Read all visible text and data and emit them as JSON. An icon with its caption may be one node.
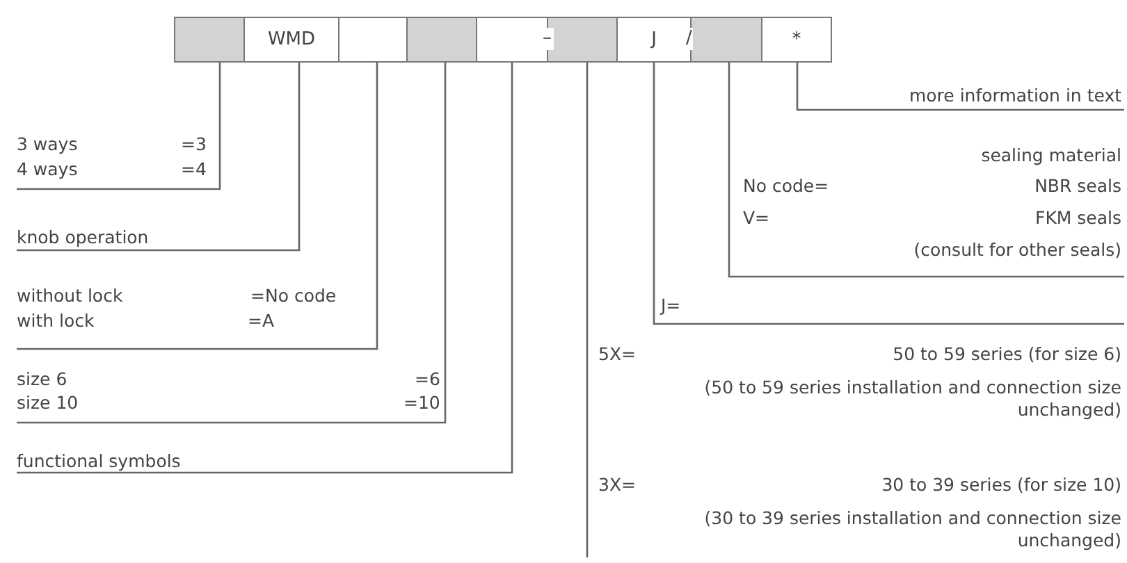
{
  "diagram": {
    "nodes": [
      {
        "text": [],
        "shape": "box"
      },
      {
        "text": [
          "WMD"
        ]
      },
      {
        "text": [],
        "shape": "box"
      },
      {
        "text": [],
        "shape": "box"
      },
      {
        "text": [],
        "shape": "box"
      },
      {
        "text": [],
        "shape": "box"
      },
      {
        "text": [
          "J"
        ]
      },
      {
        "text": [],
        "shape": "box"
      },
      {
        "text": [
          "*"
        ]
      },
      {
        "text": [
          "3 ways",
          "=3",
          "4 ways",
          "=4"
        ]
      },
      {
        "text": [
          "knob operation"
        ]
      },
      {
        "text": [
          "without lock",
          "=No code",
          "with lock",
          "=A"
        ]
      },
      {
        "text": [
          "size 6",
          "=6",
          "size 10",
          "=10"
        ]
      },
      {
        "text": [
          "functional symbols"
        ]
      },
      {
        "text": [
          "more information in text"
        ]
      },
      {
        "text": [
          "sealing material",
          "No code=",
          "NBR seals",
          "V=",
          "FKM seals",
          "(consult for other seals)"
        ]
      },
      {
        "text": [
          "J="
        ]
      },
      {
        "text": [
          "5X=",
          "50 to 59 series (for size 6)",
          "(50 to 59 series installation and connection size unchanged)",
          "3X=",
          "30 to 39 series (for size 10)",
          "(30 to 39 series installation and connection size unchanged)"
        ]
      }
    ],
    "edges": [
      {
        "from": 9,
        "to": 0,
        "arrow": "none"
      },
      {
        "from": 10,
        "to": 1,
        "arrow": "none"
      },
      {
        "from": 11,
        "to": 2,
        "arrow": "none"
      },
      {
        "from": 12,
        "to": 3,
        "arrow": "none"
      },
      {
        "from": 13,
        "to": 4,
        "arrow": "none"
      },
      {
        "from": 17,
        "to": 5,
        "arrow": "none"
      },
      {
        "from": 16,
        "to": 6,
        "arrow": "none"
      },
      {
        "from": 15,
        "to": 7,
        "arrow": "none"
      },
      {
        "from": 14,
        "to": 8,
        "arrow": "none"
      }
    ],
    "labels": [
      "–",
      "/"
    ]
  }
}
